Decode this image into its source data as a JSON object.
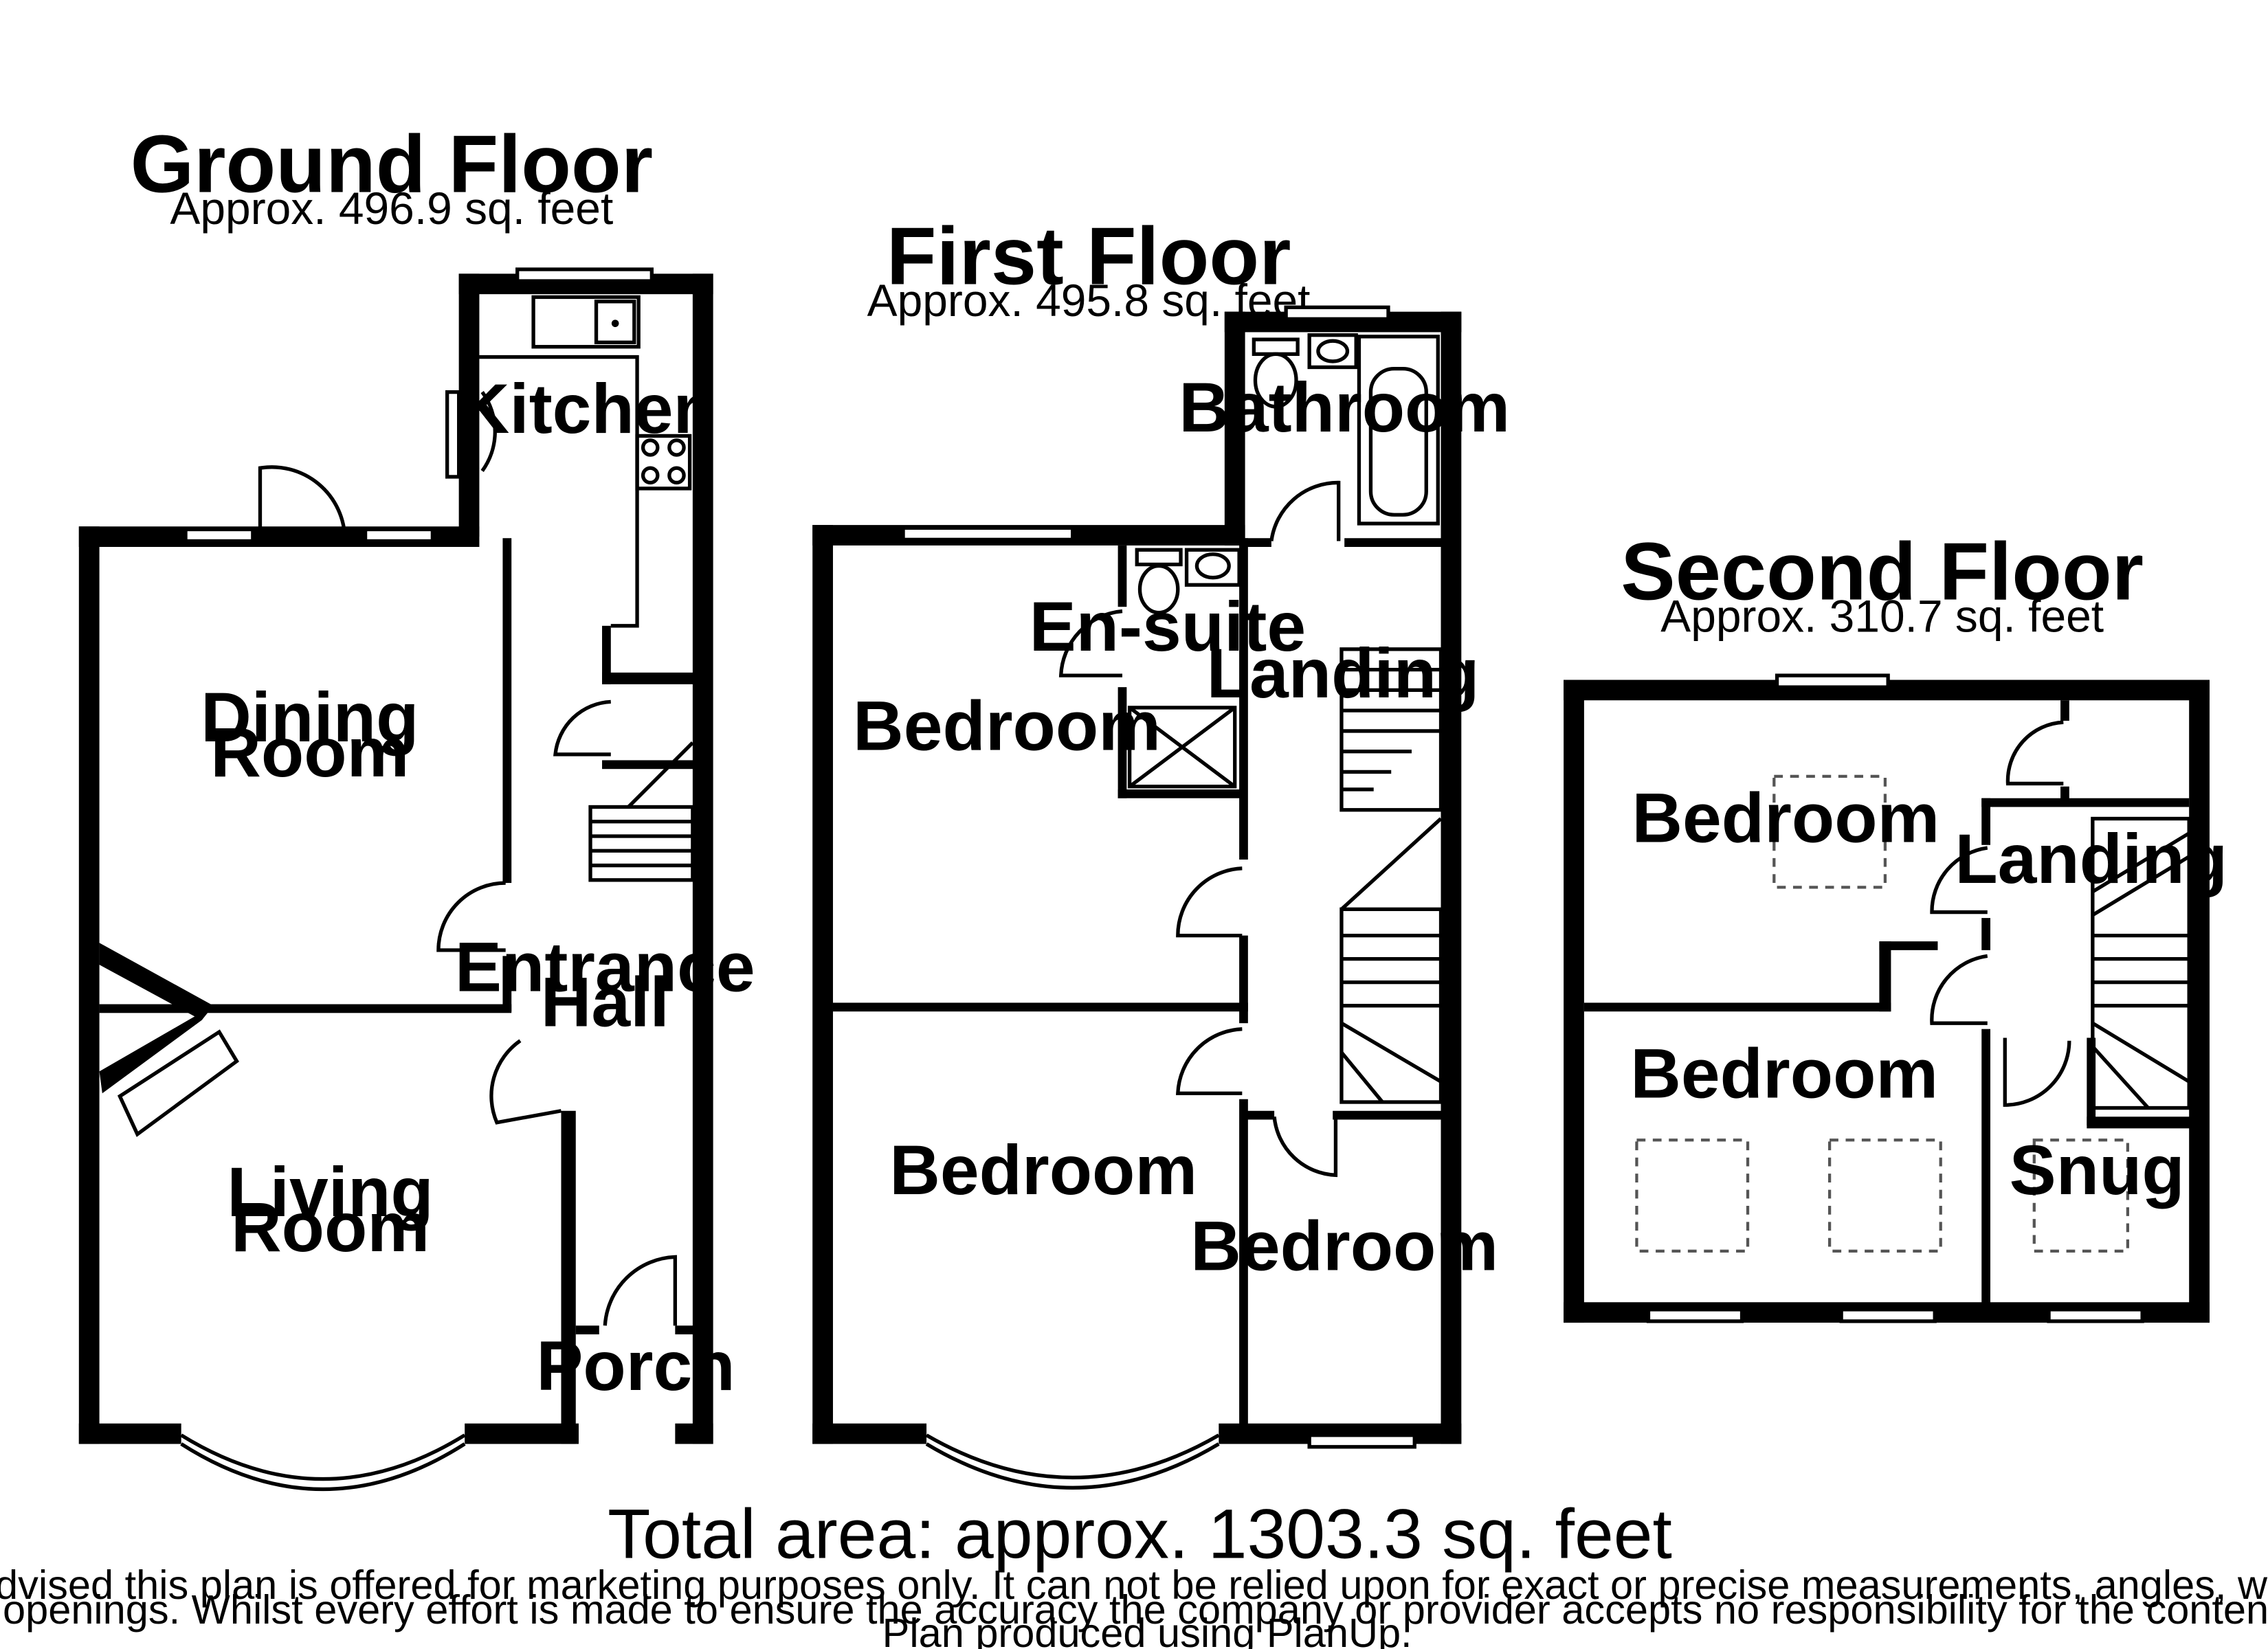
{
  "floors": [
    {
      "title": "Ground Floor",
      "area": "Approx. 496.9 sq. feet",
      "rooms": [
        {
          "name": "Kitchen",
          "lines": [
            "Kitchen"
          ]
        },
        {
          "name": "Dining Room",
          "lines": [
            "Dining",
            "Room"
          ]
        },
        {
          "name": "Entrance Hall",
          "lines": [
            "Entrance",
            "Hall"
          ]
        },
        {
          "name": "Living Room",
          "lines": [
            "Living",
            "Room"
          ]
        },
        {
          "name": "Porch",
          "lines": [
            "Porch"
          ]
        }
      ]
    },
    {
      "title": "First Floor",
      "area": "Approx. 495.8 sq. feet",
      "rooms": [
        {
          "name": "Bathroom",
          "lines": [
            "Bathroom"
          ]
        },
        {
          "name": "En-suite",
          "lines": [
            "En-suite"
          ]
        },
        {
          "name": "Landing",
          "lines": [
            "Landing"
          ]
        },
        {
          "name": "Bedroom",
          "lines": [
            "Bedroom"
          ]
        },
        {
          "name": "Bedroom",
          "lines": [
            "Bedroom"
          ]
        },
        {
          "name": "Bedroom",
          "lines": [
            "Bedroom"
          ]
        }
      ]
    },
    {
      "title": "Second Floor",
      "area": "Approx. 310.7 sq. feet",
      "rooms": [
        {
          "name": "Bedroom",
          "lines": [
            "Bedroom"
          ]
        },
        {
          "name": "Landing",
          "lines": [
            "Landing"
          ]
        },
        {
          "name": "Bedroom",
          "lines": [
            "Bedroom"
          ]
        },
        {
          "name": "Snug",
          "lines": [
            "Snug"
          ]
        }
      ]
    }
  ],
  "total_area": "Total area: approx. 1303.3 sq. feet",
  "disclaimer": [
    "Please be advised this plan is offered for marketing purposes only. It can not be relied upon for exact or precise measurements, angles, window or door",
    "openings. Whilst every effort is made to ensure the accuracy the company or provider accepts no responsibility for the content.",
    "Plan produced using PlanUp."
  ]
}
